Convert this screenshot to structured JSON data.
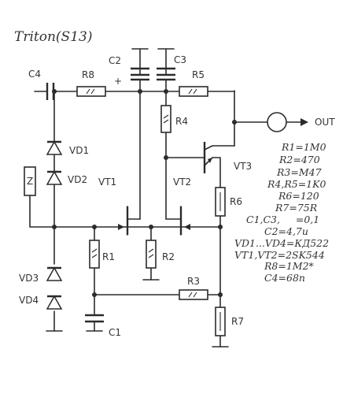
{
  "title": "Triton(S13)",
  "labels": {
    "c4": "C4",
    "r8": "R8",
    "c2": "C2",
    "c3": "C3",
    "r5": "R5",
    "r4": "R4",
    "plus": "+",
    "out": "OUT",
    "vd1": "VD1",
    "vd2": "VD2",
    "vt1": "VT1",
    "vt2": "VT2",
    "vt3": "VT3",
    "r6": "R6",
    "z": "Z",
    "r1": "R1",
    "r2": "R2",
    "r3": "R3",
    "vd3": "VD3",
    "vd4": "VD4",
    "c1": "C1",
    "r7": "R7"
  },
  "parts_list": [
    "R1=1M0",
    "R2=470",
    "R3=M47",
    "R4,R5=1K0",
    "R6=120",
    "R7=75R",
    "C1,C3,     =0,1",
    "C2=4,7u",
    "VD1...VD4=КД522",
    "VT1,VT2=2SK544",
    "R8=1M2*",
    "C4=68n"
  ]
}
